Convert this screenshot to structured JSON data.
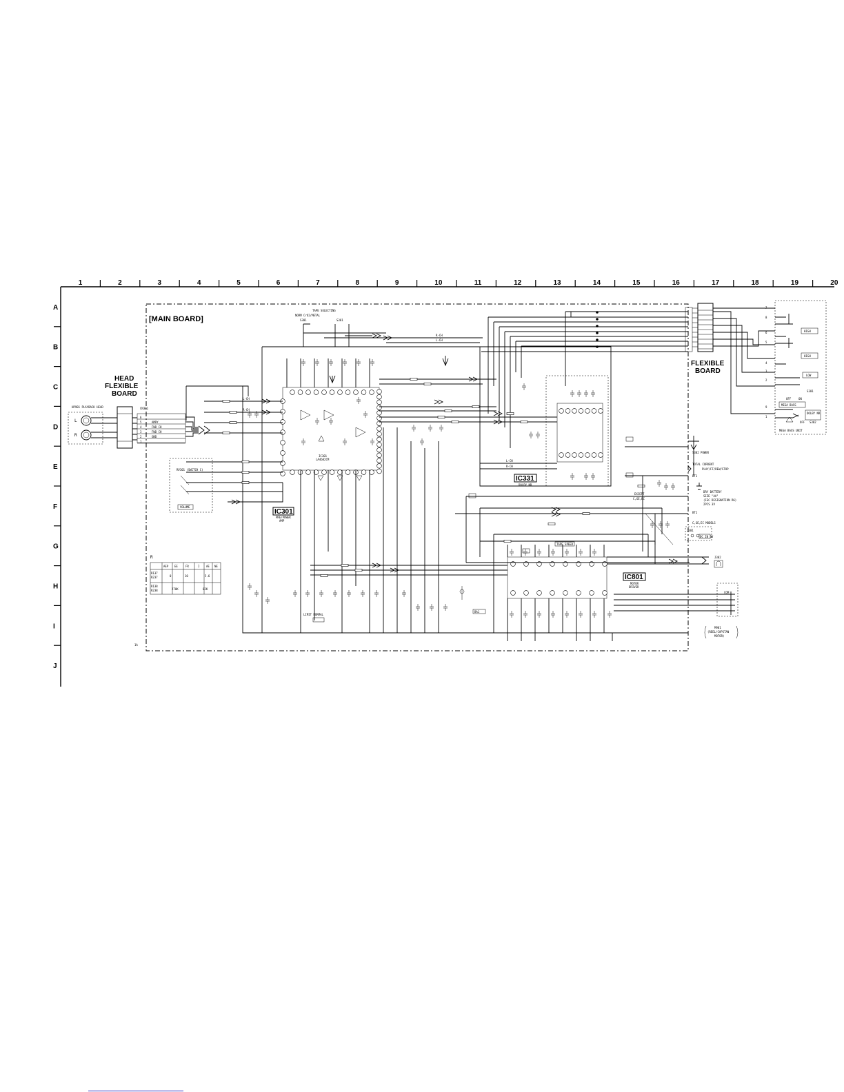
{
  "grid": {
    "columns": [
      "1",
      "2",
      "3",
      "4",
      "5",
      "6",
      "7",
      "8",
      "9",
      "10",
      "11",
      "12",
      "13",
      "14",
      "15",
      "16",
      "17",
      "18",
      "19",
      "20"
    ],
    "rows": [
      "A",
      "B",
      "C",
      "D",
      "E",
      "F",
      "G",
      "H",
      "I",
      "J"
    ]
  },
  "boards": {
    "main": "[MAIN BOARD]",
    "head_flex_line1": "HEAD",
    "head_flex_line2": "FLEXIBLE",
    "head_flex_line3": "BOARD",
    "flex_line1": "FLEXIBLE",
    "flex_line2": "BOARD",
    "mega_bass_unit": "MEGA BASS UNIT"
  },
  "ics": [
    {
      "name": "IC301",
      "part": "LA4682CM",
      "function_l1": "PRE/POWER",
      "function_l2": "AMP"
    },
    {
      "name": "IC331",
      "function_l1": "DOLBY NR"
    },
    {
      "name": "IC801",
      "function_l1": "MOTOR",
      "function_l2": "DRIVER"
    }
  ],
  "components": {
    "head": "HP901 PLAYBACK HEAD",
    "head_l": "L",
    "head_r": "R",
    "cn301": "CN301",
    "cn301_pins": [
      "6",
      "5",
      "4",
      "3",
      "2",
      "1"
    ],
    "cn301_nets": [
      "",
      "AMRY",
      "FWD CH",
      "FWD CH",
      "GND",
      ""
    ],
    "volume_block": "RV301 (SWITCH C)",
    "volume": "VOLUME",
    "tape_selecting": "TAPE SELECTING",
    "normal_sel": "NORM CrO2/METAL",
    "s301": "S301",
    "lch": "L-CH",
    "rch": "R-CH",
    "s302_power": "S302 POWER",
    "total_current_l1": "TOTAL CURRENT",
    "total_current_l2": "PLAY/FF/REW/STOP",
    "dry_battery_l1": "DRY BATTERY",
    "dry_battery_l2": "SIZE \"AA\"",
    "dry_battery_l3": "(IEC DESIGNATION R6)",
    "dry_battery_l4": "2PCS 3V",
    "bt1": "BT1",
    "except": "EXCEPT",
    "except_models": "C,GE,EC",
    "ge_models": "C,GE,EC MODELS",
    "j301": "J301",
    "dc_in": "DC IN 3V",
    "j302": "J302",
    "m901_l1": "M901",
    "m901_l2": "(REEL/CAPSTAN",
    "m901_l3": "MOTOR)",
    "mega_bass": "MEGA BASS",
    "dolby_nr": "DOLBY NR",
    "off": "OFF",
    "on": "ON",
    "high": "HIGH",
    "low": "LOW",
    "limit_normal": "LIMIT NORMAL",
    "tape_speed": "TAPE SPEED",
    "ba": "BA1",
    "s301_label": "S301",
    "s302_label": "S302"
  },
  "mega_pins": [
    "7",
    "8",
    "6",
    "5",
    "4",
    "3",
    "2",
    "9",
    "1"
  ],
  "table": {
    "header": [
      "R",
      "AEP",
      "EE",
      "FR",
      "I",
      "AE",
      "NE"
    ],
    "rows": [
      [
        "R137",
        "R237"
      ],
      [
        "R138",
        "R238"
      ]
    ],
    "values": [
      "0",
      "10",
      "5.6",
      "270K",
      "82K"
    ]
  },
  "page_note": "1A"
}
